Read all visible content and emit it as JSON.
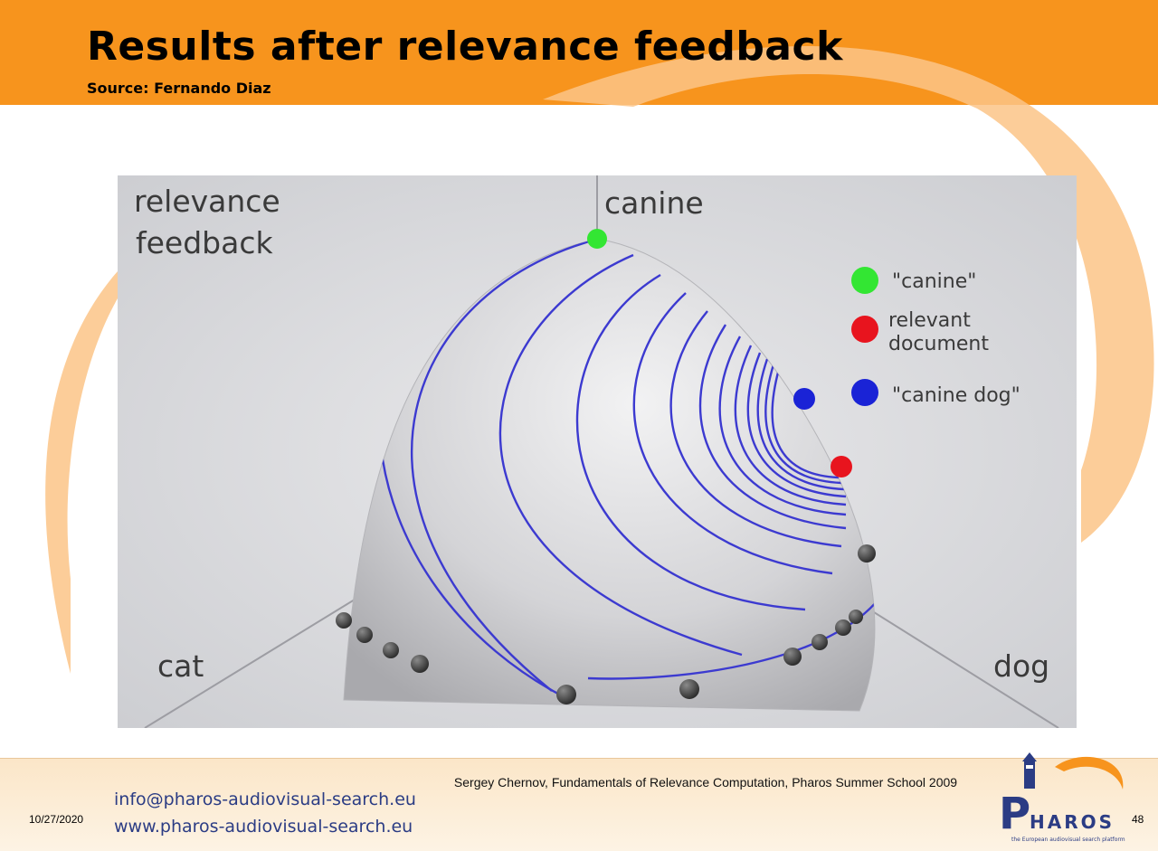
{
  "slide": {
    "title": "Results after relevance feedback",
    "source": "Source: Fernando Diaz"
  },
  "figure": {
    "corner_text_line1": "relevance",
    "corner_text_line2": "feedback",
    "axis_top": "canine",
    "axis_left": "cat",
    "axis_right": "dog",
    "legend": [
      {
        "label": "\"canine\"",
        "color": "#33e633"
      },
      {
        "label": "relevant",
        "label2": "document",
        "color": "#e8141e"
      },
      {
        "label": "\"canine dog\"",
        "color": "#1a23d6"
      }
    ],
    "contour_color": "#3c3ad0",
    "contour_count": 14
  },
  "footer": {
    "date": "10/27/2020",
    "email": "info@pharos-audiovisual-search.eu",
    "website": "www.pharos-audiovisual-search.eu",
    "credit": "Sergey Chernov, Fundamentals of Relevance Computation, Pharos Summer School 2009",
    "logo_text": "PHAROS",
    "logo_tagline": "the European audiovisual search platform",
    "page_number": "48"
  },
  "colors": {
    "header": "#f7941d",
    "swoosh": "#fbc487",
    "footer": "#fbe6c8",
    "logo_blue": "#2b3c84"
  }
}
